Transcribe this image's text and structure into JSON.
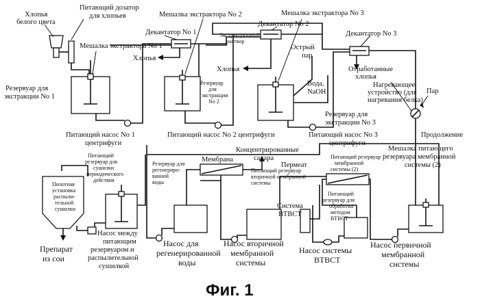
{
  "labels": {
    "flakes_white_1": "Хлопья",
    "flakes_white_2": "белого цвета",
    "feeder_1": "Питающий дозатор",
    "feeder_2": "для хлопьев",
    "mixer1": "Мешалка экстрактора No 1",
    "mixer2": "Мешалка экстрактора No 2",
    "mixer3": "Мешалка экстрактора No 3",
    "decanter1": "Декантатор No 1",
    "decanter2": "Декантатор No 2",
    "decanter3": "Декантатор No 3",
    "extraction_solution_1": "Экстракционный",
    "extraction_solution_2": "раствор",
    "flakes_a": "Хлопья",
    "flakes_b": "Хлопья",
    "sharp_steam_1": "Острый",
    "sharp_steam_2": "пар",
    "spent_flakes_1": "Отработанные",
    "spent_flakes_2": "хлопья",
    "water_naoh_1": "Вода,",
    "water_naoh_2": "NaOH",
    "tank1_1": "Резервуар для",
    "tank1_2": "экстракции No 1",
    "tank2_1": "Резервуар",
    "tank2_2": "для",
    "tank2_3": "экстракции",
    "tank2_4": "No 2",
    "tank3_1": "Резервуар для",
    "tank3_2": "экстракции No 3",
    "heater_1": "Нагревающее",
    "heater_2": "устройство (для",
    "heater_3": "нагревания белка)",
    "steam": "Пар",
    "pump1_1": "Питающий насос No 1",
    "pump1_2": "центрифуги",
    "pump2": "Питающий насос No 2 центрифуги",
    "pump3_1": "Питающий насос No 3",
    "pump3_2": "центрифуги",
    "continuation": "Продолжение",
    "mixer_membrane_1": "Мешалка питающего",
    "mixer_membrane_2": "резервуара мембранной",
    "mixer_membrane_3": "системы (2)",
    "spray_tank_1": "Питающий",
    "spray_tank_2": "резервуар для",
    "spray_tank_3": "сушилки",
    "spray_tank_4": "периодического",
    "spray_tank_5": "действия",
    "pilot_1": "Пилотная",
    "pilot_2": "установка",
    "pilot_3": "распыли-",
    "pilot_4": "тельной",
    "pilot_5": "сушилки",
    "regen_tank_1": "Резервуар для",
    "regen_tank_2": "регенериро-",
    "regen_tank_3": "ванной",
    "regen_tank_4": "воды",
    "membrane": "Мембрана",
    "conc_sugar_1": "Концентрированные",
    "conc_sugar_2": "сахара",
    "sec_tank_1": "Питающий резервуар",
    "sec_tank_2": "вторичной мембранной",
    "sec_tank_3": "системы",
    "permeate": "Пермеат",
    "feed_membrane2_1": "Питающий резервуар",
    "feed_membrane2_2": "мембранной",
    "feed_membrane2_3": "системы (2)",
    "htst_1": "Система",
    "htst_2": "ВТВСТ",
    "htst_tank_1": "Питающий",
    "htst_tank_2": "резервуар для",
    "htst_tank_3": "обработки",
    "htst_tank_4": "методом",
    "htst_tank_5": "ВТВСТ",
    "soy_1": "Препарат",
    "soy_2": "из сои",
    "pump_between_1": "Насос между",
    "pump_between_2": "питающим",
    "pump_between_3": "резервуаром и",
    "pump_between_4": "распылительной",
    "pump_between_5": "сушилкой",
    "pump_regen_1": "Насос для",
    "pump_regen_2": "регенерированной",
    "pump_regen_3": "воды",
    "pump_sec_1": "Насос вторичной",
    "pump_sec_2": "мембранной",
    "pump_sec_3": "системы",
    "pump_htst_1": "Насос системы",
    "pump_htst_2": "ВТВСТ",
    "pump_prim_1": "Насос первичной",
    "pump_prim_2": "мембранной",
    "pump_prim_3": "системы",
    "figure": "Фиг.  1"
  }
}
